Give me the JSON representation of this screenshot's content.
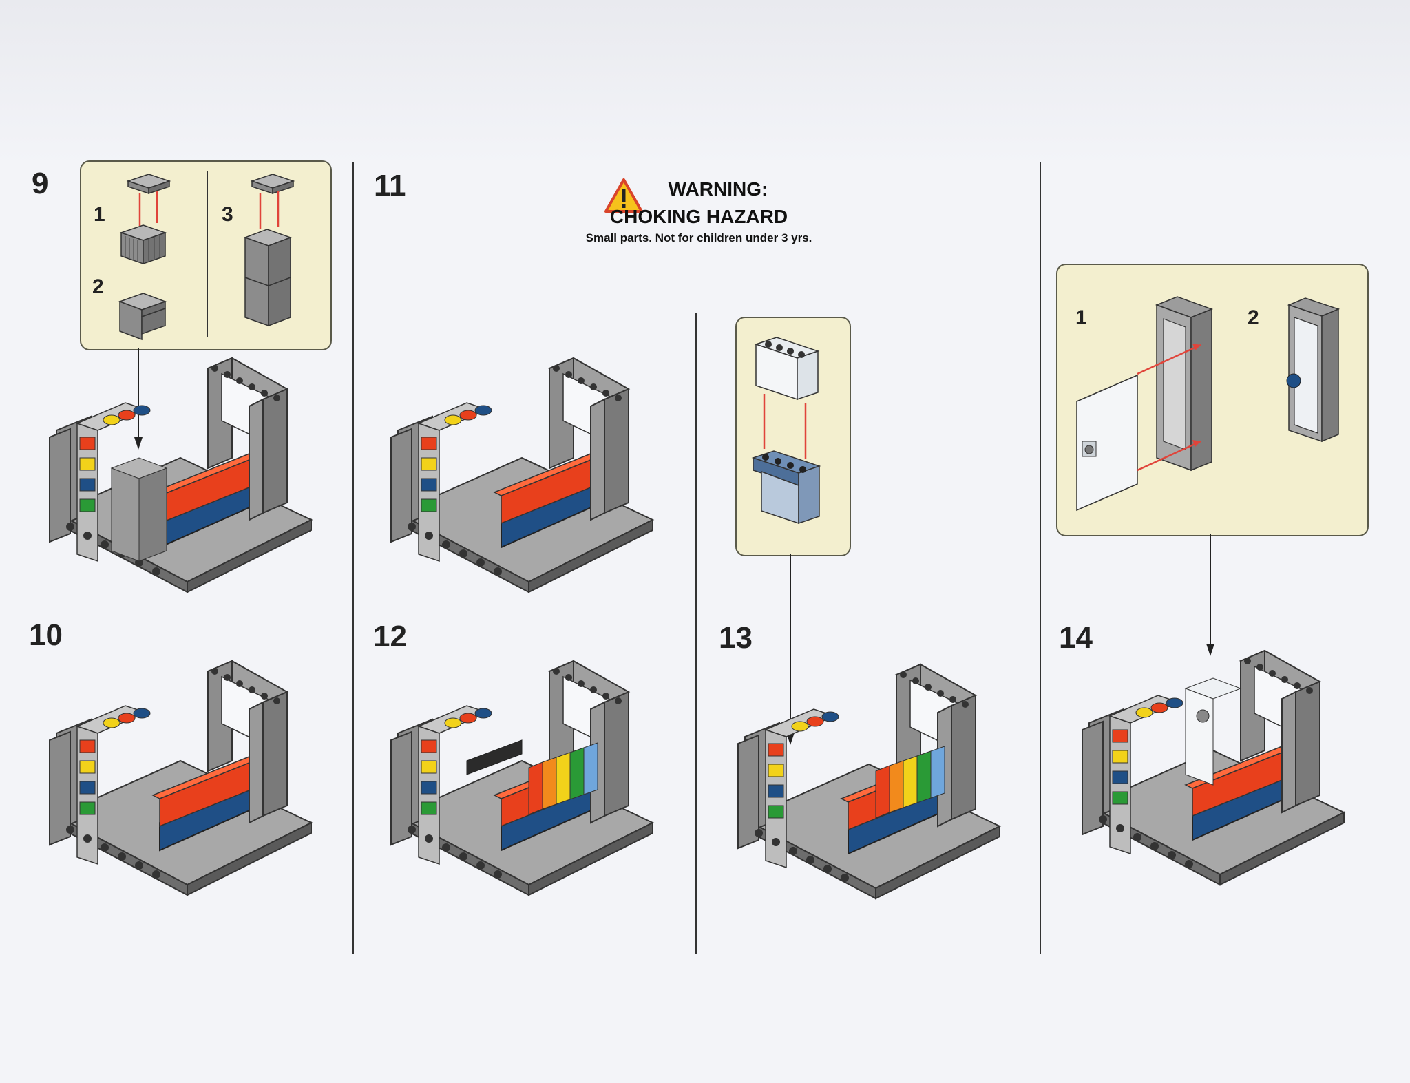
{
  "steps": {
    "s9": "9",
    "s10": "10",
    "s11": "11",
    "s12": "12",
    "s13": "13",
    "s14": "14"
  },
  "callout9": {
    "sub1": "1",
    "sub2": "2",
    "sub3": "3"
  },
  "callout14": {
    "sub1": "1",
    "sub2": "2"
  },
  "warning": {
    "line1": "WARNING:",
    "line2": "CHOKING HAZARD",
    "line3": "Small parts. Not for children under 3 yrs."
  },
  "colors": {
    "callout_bg": "#f3efcf",
    "brick_gray": "#9a9a9a",
    "dark_gray": "#555555",
    "red": "#e8401c",
    "blue": "#1f4f86",
    "yellow": "#f2d21a",
    "green": "#2a9a36",
    "arrow_red": "#e0443a",
    "warning_yellow": "#f6c21c"
  }
}
